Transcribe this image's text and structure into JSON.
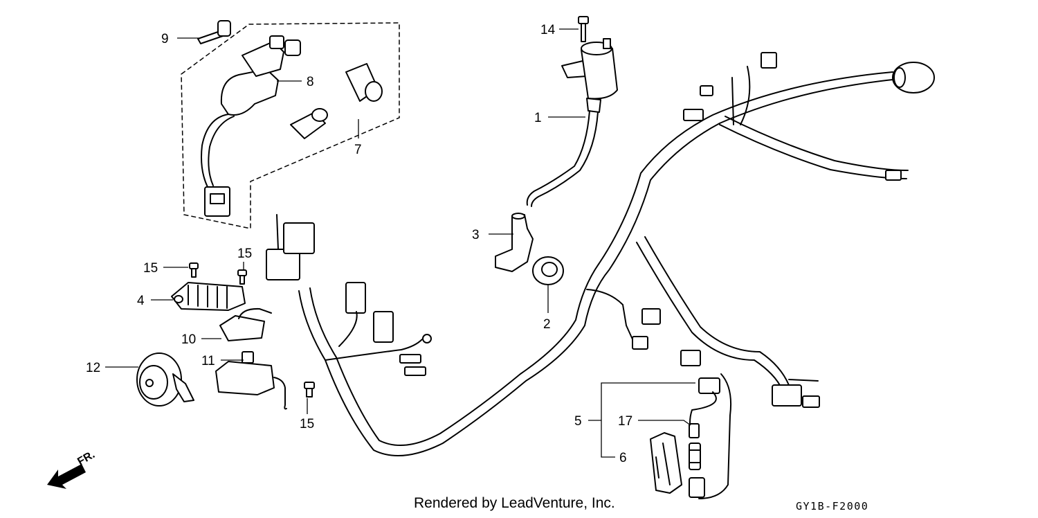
{
  "callouts": {
    "c1": "1",
    "c2": "2",
    "c3": "3",
    "c4": "4",
    "c5": "5",
    "c6": "6",
    "c7": "7",
    "c8": "8",
    "c9": "9",
    "c10": "10",
    "c11": "11",
    "c12": "12",
    "c14": "14",
    "c15a": "15",
    "c15b": "15",
    "c15c": "15",
    "c17": "17"
  },
  "direction_label": "FR.",
  "footer": {
    "credit": "Rendered by LeadVenture, Inc.",
    "diagram_code": "GY1B-F2000"
  },
  "icons": {
    "front_arrow": "front-direction-arrow-icon"
  }
}
